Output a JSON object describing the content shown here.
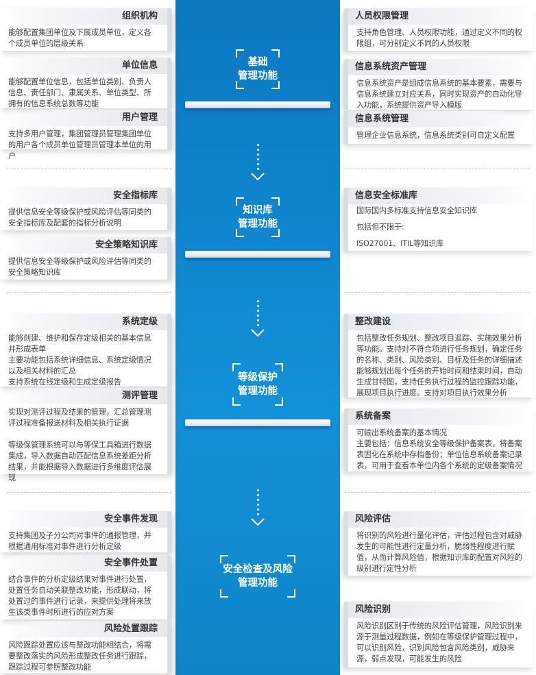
{
  "stages": [
    {
      "title": "基础\n管理功能"
    },
    {
      "title": "知识库\n管理功能"
    },
    {
      "title": "等级保护\n管理功能"
    },
    {
      "title": "安全检查及风险\n管理功能"
    }
  ],
  "left": [
    {
      "title": "组织机构",
      "desc": "能够配置集团单位及下属成员单位，定义各个成员单位的层级关系"
    },
    {
      "title": "单位信息",
      "desc": "能够配置单位信息，包括单位类别、负责人信息、责任部门、隶属关系、单位类型、所拥有的信息系统总数等功能"
    },
    {
      "title": "用户管理",
      "desc": "支持多用户管理，集团管理员管理集团单位的用户各个成员单位管理员管理本单位的用户"
    },
    {
      "title": "安全指标库",
      "desc": "提供信息安全等级保护或风险评估等同类的安全指标库及配套的指标分析说明"
    },
    {
      "title": "安全策略知识库",
      "desc": "提供信息安全等级保护或风险评估等同类的安全策略知识库"
    },
    {
      "title": "系统定级",
      "desc": "能够创建、维护和保存定级相关的基本信息并形成表单\n主要功能包括系统详细信息、系统定级情况以及相关材料的汇总\n支持系统在线定级和生成定级报告"
    },
    {
      "title": "测评管理",
      "desc": "实现对测评过程及结果的管理，汇总管理测评过程准备报送材料及相关执行证据\n\n等级保管理系统可以与等保工具箱进行数据集成，导入数据自动匹配信息系统差距分析结果，并能根据导入数据进行多维度评估展现"
    },
    {
      "title": "安全事件发现",
      "desc": "支持集团及子分公司对事件的通报管理，并根据通用标准对事件进行分析定级"
    },
    {
      "title": "安全事件处置",
      "desc": "结合事件的分析定级结果对事件进行处置，处置任务自动关联整改功能，形成联动，将处置过的事件进行记录，来提供处理将来放生该类事件时所进行的应对方案"
    },
    {
      "title": "风险处置跟踪",
      "desc": "风险跟踪处置应该与整改功能相结合，将需要整改落实的风险形成整改任务进行跟踪，跟踪过程可参照整改功能"
    }
  ],
  "right": [
    {
      "title": "人员权限管理",
      "desc": "支持角色管理、人员权限功能，通过定义不同的权限组，可分别定义不同的人员权限"
    },
    {
      "title": "信息系统资产管理",
      "desc": "信息系统资产是组成信息系统的基本要素，需要与信息系统建立对应关系，同时实现资产的自动化导入功能，系统提供资产导入模版"
    },
    {
      "title": "信息系统管理",
      "desc": "管理企业信息系统，信息系统类别可自定义配置"
    },
    {
      "title": "信息安全标准库",
      "desc": "国际国内多标准支持信息安全知识库\n\n包括但不限于:\n\nISO27001、ITIL等知识库"
    },
    {
      "title": "整改建设",
      "desc": "包括整改任务规划、整改项目追踪、实施效果分析等功能。支持对不符合项进行任务规划，确定任务的名称、类别、风险类别、目标及任务的详细描述\n能够规划出每个任务的开始时间和结束时间，自动生成甘特图，支持任务执行过程的监控跟踪功能，展现项目执行进度。支持对项目执行效果分析"
    },
    {
      "title": "系统备案",
      "desc": "可输出系统备案的基本情况\n主要包括：信息系统安全等级保护备案表，将备案表固化在系统中存档备份；单位信息系统备案记录表，可用于查看本单位内各个系统的定级备案情况"
    },
    {
      "title": "风险评估",
      "desc": "将识别的风险进行量化评估，评估过程包含对威胁发生的可能性进行定量分析，脆弱性程度进行赋值，从而计算风险值，根据知识库的配置对风险的级别进行定性分析"
    },
    {
      "title": "风险识别",
      "desc": "风险识别区别于传统的风险评估管理，风险识别来源于测量过程数据，例如在等级保护管理过程中，可以识别风险，识别风险包含风险类别，威胁来源，弱点发现，可能发生的风险"
    }
  ],
  "colors": {
    "center": "#0f86cf",
    "title_bg": "#e6e9ec",
    "frame": "#ffffff"
  }
}
